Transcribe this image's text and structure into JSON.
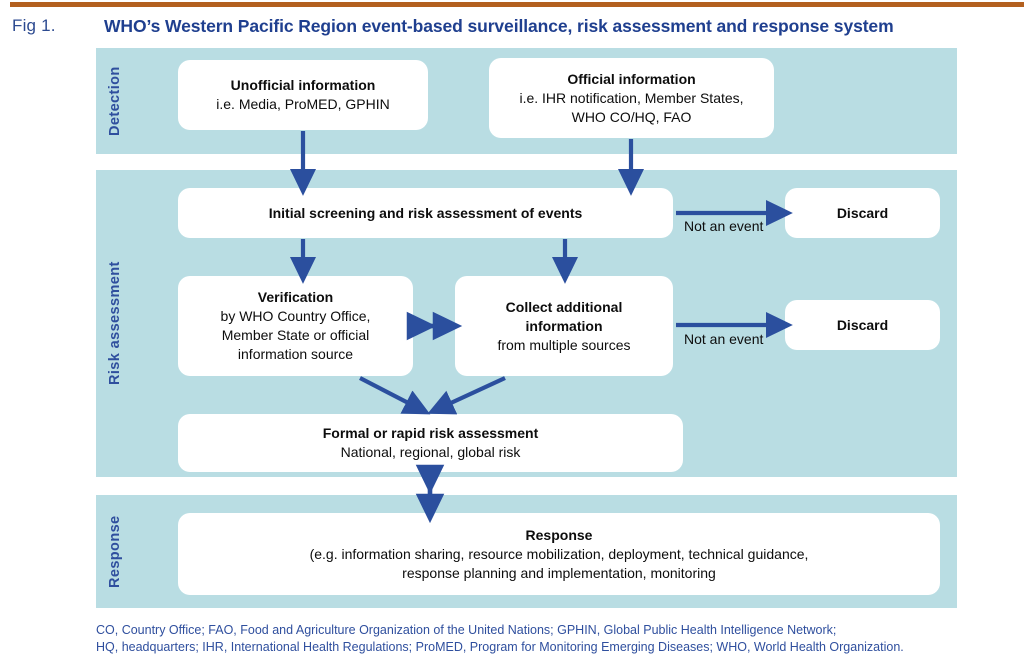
{
  "figure": {
    "label": "Fig 1.",
    "title": "WHO’s Western Pacific Region event-based surveillance, risk assessment and response system",
    "title_color": "#1f3f8f",
    "rule_color": "#b3601f",
    "band_color": "#b9dde3",
    "arrow_color": "#2b4f9e"
  },
  "sections": {
    "detection": {
      "label": "Detection"
    },
    "risk": {
      "label": "Risk assessment"
    },
    "response": {
      "label": "Response"
    }
  },
  "boxes": {
    "unofficial": {
      "title": "Unofficial information",
      "sub1": "i.e. Media, ProMED, GPHIN"
    },
    "official": {
      "title": "Official information",
      "sub1": "i.e. IHR notification, Member States,",
      "sub2": "WHO CO/HQ, FAO"
    },
    "screening": {
      "title": "Initial screening and risk assessment of events"
    },
    "discard1": {
      "title": "Discard"
    },
    "discard2": {
      "title": "Discard"
    },
    "verification": {
      "title": "Verification",
      "sub1": "by WHO Country Office,",
      "sub2": "Member State or official",
      "sub3": "information source"
    },
    "collect": {
      "title1": "Collect additional",
      "title2": "information",
      "sub1": "from multiple sources"
    },
    "formal": {
      "title": "Formal or rapid risk assessment",
      "sub1": "National, regional, global risk"
    },
    "response": {
      "title": "Response",
      "sub1": "(e.g. information sharing, resource mobilization, deployment, technical guidance,",
      "sub2": "response planning and implementation, monitoring"
    }
  },
  "arrow_labels": {
    "not_an_event_1": "Not an event",
    "not_an_event_2": "Not an event"
  },
  "footnote": {
    "line1": "CO, Country Office; FAO, Food and Agriculture Organization of the United Nations; GPHIN, Global Public Health Intelligence Network;",
    "line2": "HQ, headquarters; IHR, International Health Regulations; ProMED, Program for Monitoring Emerging Diseases; WHO, World Health Organization."
  }
}
